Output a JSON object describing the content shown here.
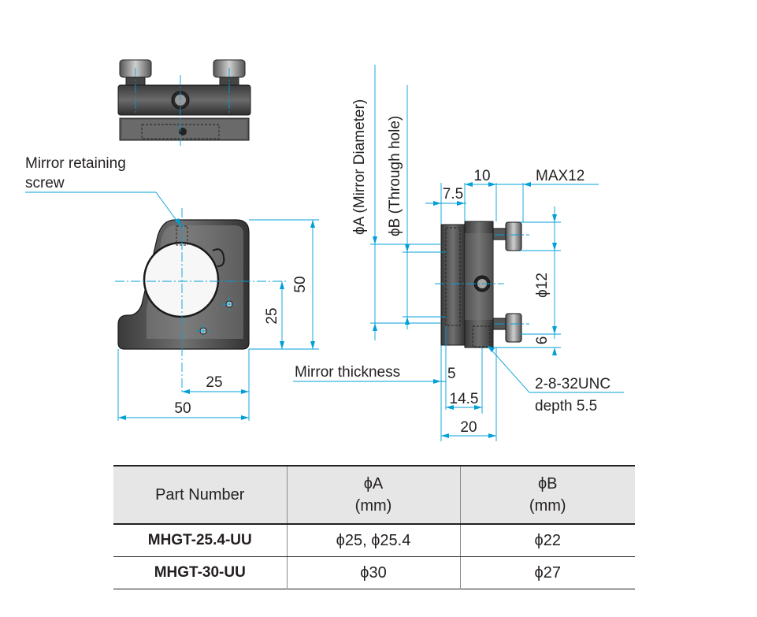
{
  "labels": {
    "retaining_screw_line1": "Mirror retaining",
    "retaining_screw_line2": "screw",
    "mirror_diameter": "ϕA (Mirror Diameter)",
    "through_hole": "ϕB (Through hole)",
    "mirror_thickness": "Mirror thickness",
    "thread_line1": "2-8-32UNC",
    "thread_line2": "depth 5.5"
  },
  "dimensions": {
    "front_height": "50",
    "front_center_height": "25",
    "front_center_width": "25",
    "front_width": "50",
    "side_10": "10",
    "side_7_5": "7.5",
    "side_max": "MAX12",
    "side_phi12": "ϕ12",
    "side_6": "6",
    "side_5": "5",
    "side_14_5": "14.5",
    "side_20": "20"
  },
  "table": {
    "headers": [
      {
        "line1": "Part Number",
        "line2": ""
      },
      {
        "line1": "ϕA",
        "line2": "(mm)"
      },
      {
        "line1": "ϕB",
        "line2": "(mm)"
      }
    ],
    "rows": [
      {
        "part": "MHGT-25.4-UU",
        "a": "ϕ25, ϕ25.4",
        "b": "ϕ22"
      },
      {
        "part": "MHGT-30-UU",
        "a": "ϕ30",
        "b": "ϕ27"
      }
    ]
  }
}
